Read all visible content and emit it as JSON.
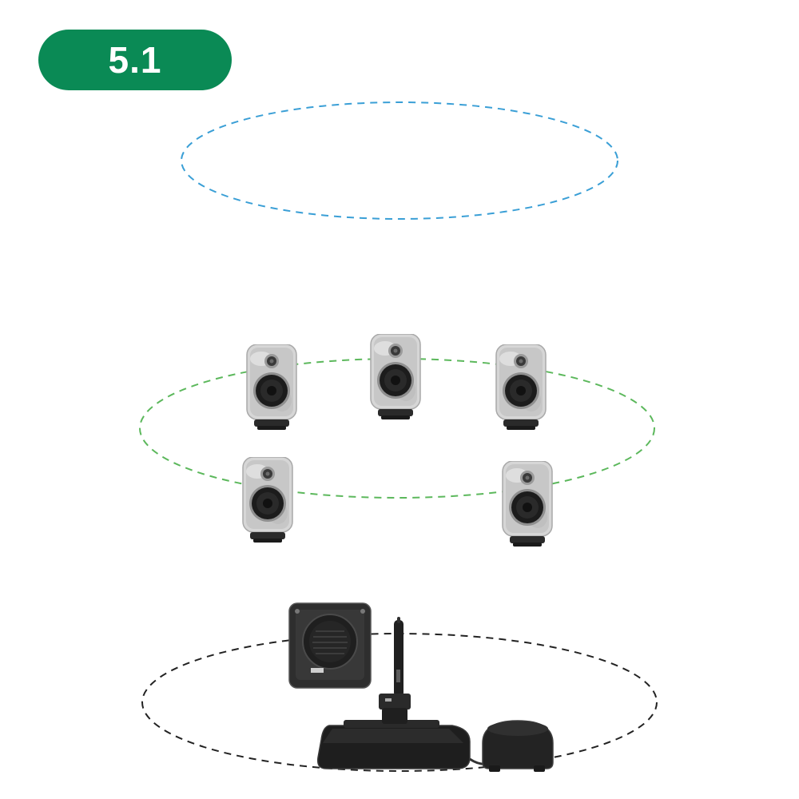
{
  "badge": {
    "label": "5.1",
    "color": "#0a8a55"
  },
  "layers": [
    {
      "name": "height-layer",
      "stroke": "#3a9fd6"
    },
    {
      "name": "listener-layer",
      "stroke": "#5cb85c"
    },
    {
      "name": "floor-layer",
      "stroke": "#222222"
    }
  ],
  "icons": {
    "speaker": "monitor-speaker-icon",
    "subwoofer": "subwoofer-icon",
    "calibration": "calibration-microphone-icon",
    "hub": "network-hub-icon"
  }
}
